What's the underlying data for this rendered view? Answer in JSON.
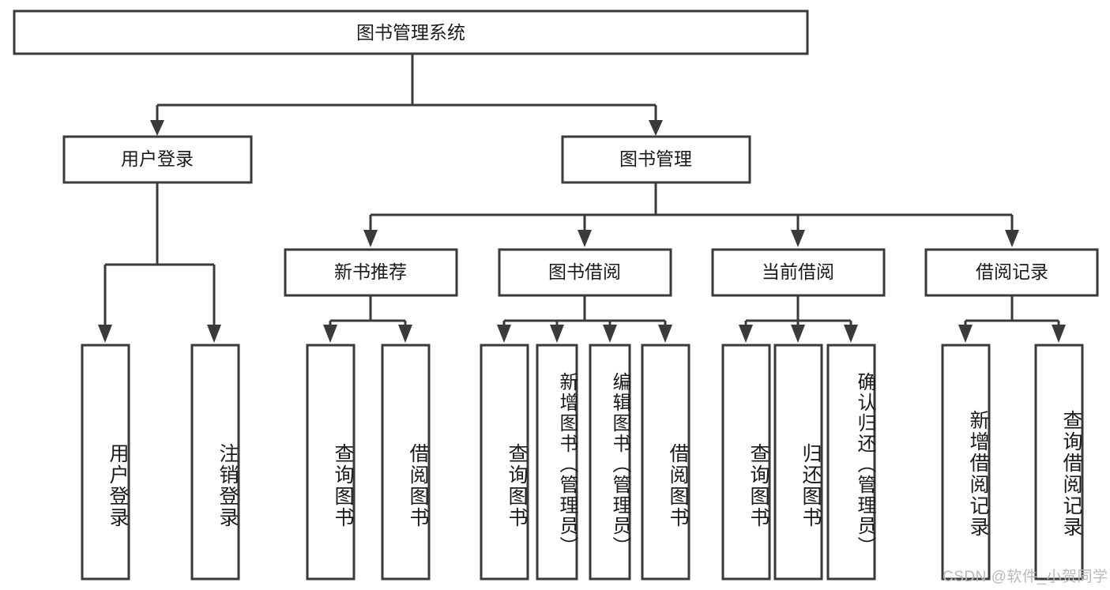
{
  "diagram": {
    "title": "图书管理系统",
    "type": "hierarchy-tree",
    "orientation": "top-down",
    "colors": {
      "box_stroke": "#3a3a3a",
      "box_fill": "#ffffff",
      "connector": "#3a3a3a",
      "text": "#1a1a1a",
      "watermark": "#b9b9b9",
      "background": "#ffffff"
    },
    "root": {
      "label": "图书管理系统"
    },
    "level2": [
      {
        "label": "用户登录"
      },
      {
        "label": "图书管理"
      }
    ],
    "level3": [
      {
        "label": "新书推荐"
      },
      {
        "label": "图书借阅"
      },
      {
        "label": "当前借阅"
      },
      {
        "label": "借阅记录"
      }
    ],
    "leaves": {
      "user_login": [
        {
          "label": "用户登录"
        },
        {
          "label": "注销登录"
        }
      ],
      "new_book_recommend": [
        {
          "label": "查询图书"
        },
        {
          "label": "借阅图书"
        }
      ],
      "book_borrow": [
        {
          "label": "查询图书"
        },
        {
          "label": "新增图书（管理员）"
        },
        {
          "label": "编辑图书（管理员）"
        },
        {
          "label": "借阅图书"
        }
      ],
      "current_borrow": [
        {
          "label": "查询图书"
        },
        {
          "label": "归还图书"
        },
        {
          "label": "确认归还（管理员）"
        }
      ],
      "borrow_record": [
        {
          "label": "新增借阅记录"
        },
        {
          "label": "查询借阅记录"
        }
      ]
    }
  },
  "watermark": {
    "text": "CSDN @软件_小贺同学"
  }
}
